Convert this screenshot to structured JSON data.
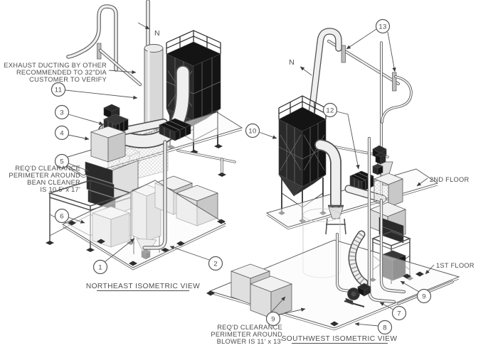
{
  "colors": {
    "background": "#ffffff",
    "ink": "#4d4d4d",
    "line": "#55565a"
  },
  "views": {
    "northeast": {
      "title": "NORTHEAST ISOMETRIC VIEW",
      "north_marker": "N",
      "notes": {
        "exhaust": [
          "EXHAUST DUCTING BY OTHER",
          "RECOMMENDED TO 32\"DIA",
          "CUSTOMER TO VERIFY"
        ],
        "clearance": [
          "REQ'D CLEARANCE",
          "PERIMETER AROUND",
          "BEAN CLEANER",
          "IS 10.5' x 17'"
        ]
      },
      "callouts": [
        "11",
        "3",
        "4",
        "5",
        "6",
        "1",
        "2"
      ]
    },
    "southwest": {
      "title": "SOUTHWEST ISOMETRIC VIEW",
      "north_marker": "N",
      "floor_labels": {
        "second": "2ND FLOOR",
        "first": "1ST FLOOR"
      },
      "notes": {
        "clearance": [
          "REQ'D CLEARANCE",
          "PERIMETER AROUND",
          "BLOWER IS 11' x 13'"
        ]
      },
      "callouts": [
        "13",
        "10",
        "12",
        "9",
        "7",
        "8",
        "9"
      ]
    }
  }
}
